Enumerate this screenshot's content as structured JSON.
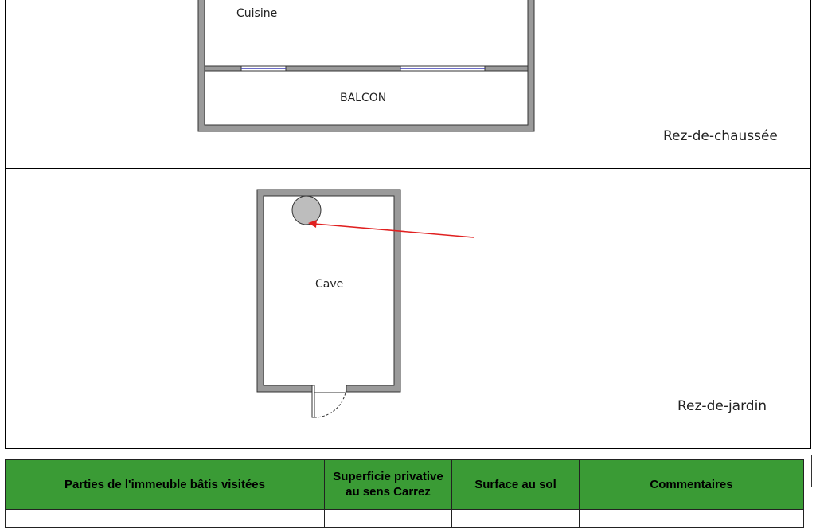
{
  "floors": {
    "ground": {
      "level_label": "Rez-de-chaussée",
      "rooms": {
        "kitchen": "Cuisine",
        "balcony": "BALCON"
      }
    },
    "garden": {
      "level_label": "Rez-de-jardin",
      "rooms": {
        "cellar": "Cave"
      }
    }
  },
  "table": {
    "headers": [
      "Parties de l'immeuble bâtis visitées",
      "Superficie privative au sens Carrez",
      "Surface au sol",
      "Commentaires"
    ],
    "header_color": "#3a9b35"
  },
  "colors": {
    "annotation_arrow": "#e02020",
    "wall": "#999999"
  }
}
